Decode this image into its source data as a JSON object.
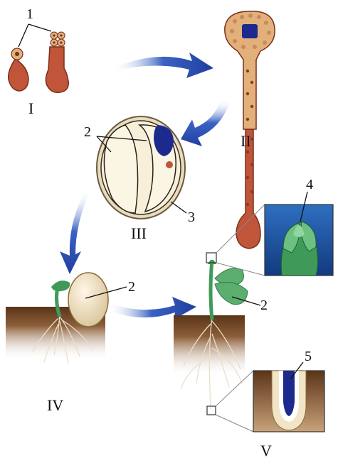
{
  "stages": {
    "s1": "I",
    "s2": "II",
    "s3": "III",
    "s4": "IV",
    "s5": "V"
  },
  "callouts": {
    "c1": "1",
    "c2_seed": "2",
    "c3": "3",
    "c2_seedling": "2",
    "c2_plant": "2",
    "c4": "4",
    "c5": "5"
  },
  "colors": {
    "arrow": "#2a4fb0",
    "embryo": "#b5452e",
    "soil": "#6b4226",
    "stem": "#3f9a5a",
    "seed_coat": "#e8dcc0",
    "meristem": "#1b2a8c"
  }
}
